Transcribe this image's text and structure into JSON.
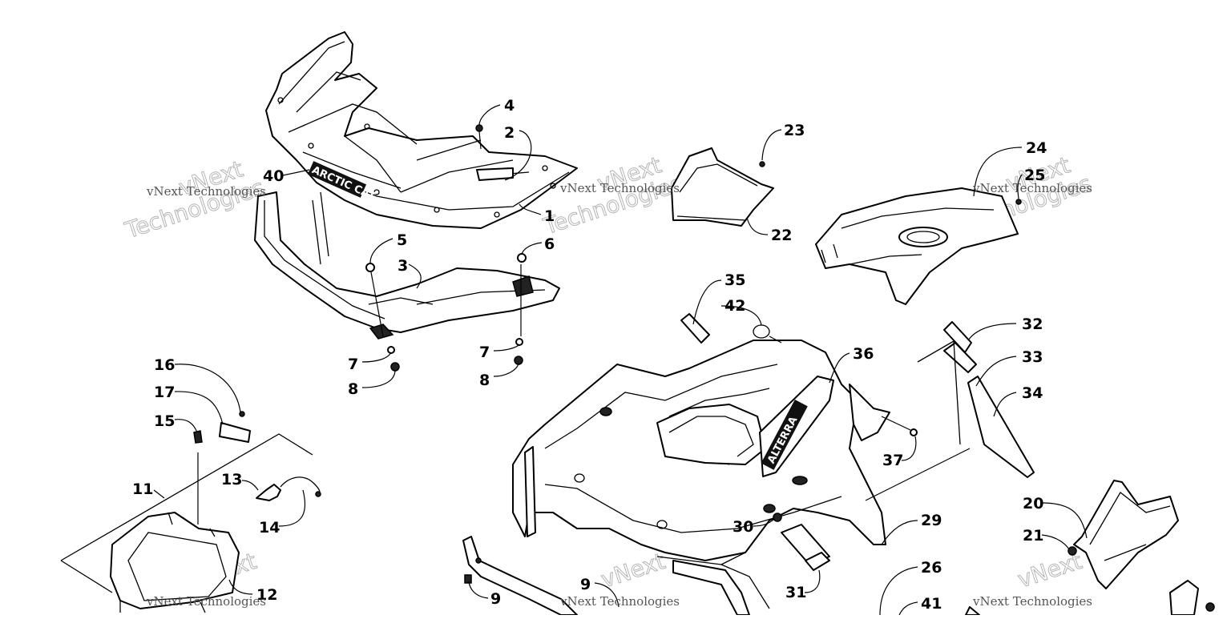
{
  "watermark": {
    "small_text": "vNext Technologies",
    "large_line1": "vNext",
    "large_line2": "Technologies"
  },
  "part_labels": {
    "rack_brand": "ARCTIC CAT",
    "fender_brand": "ALTERRA"
  },
  "callouts": [
    {
      "id": "c1",
      "number": "1"
    },
    {
      "id": "c2",
      "number": "2"
    },
    {
      "id": "c3",
      "number": "3"
    },
    {
      "id": "c4",
      "number": "4"
    },
    {
      "id": "c5",
      "number": "5"
    },
    {
      "id": "c6",
      "number": "6"
    },
    {
      "id": "c7a",
      "number": "7"
    },
    {
      "id": "c7b",
      "number": "7"
    },
    {
      "id": "c8a",
      "number": "8"
    },
    {
      "id": "c8b",
      "number": "8"
    },
    {
      "id": "c9a",
      "number": "9"
    },
    {
      "id": "c9b",
      "number": "9"
    },
    {
      "id": "c11",
      "number": "11"
    },
    {
      "id": "c12",
      "number": "12"
    },
    {
      "id": "c13",
      "number": "13"
    },
    {
      "id": "c14",
      "number": "14"
    },
    {
      "id": "c15",
      "number": "15"
    },
    {
      "id": "c16",
      "number": "16"
    },
    {
      "id": "c17",
      "number": "17"
    },
    {
      "id": "c20",
      "number": "20"
    },
    {
      "id": "c21",
      "number": "21"
    },
    {
      "id": "c22",
      "number": "22"
    },
    {
      "id": "c23",
      "number": "23"
    },
    {
      "id": "c24",
      "number": "24"
    },
    {
      "id": "c25",
      "number": "25"
    },
    {
      "id": "c26",
      "number": "26"
    },
    {
      "id": "c29",
      "number": "29"
    },
    {
      "id": "c30",
      "number": "30"
    },
    {
      "id": "c31",
      "number": "31"
    },
    {
      "id": "c32",
      "number": "32"
    },
    {
      "id": "c33",
      "number": "33"
    },
    {
      "id": "c34",
      "number": "34"
    },
    {
      "id": "c35",
      "number": "35"
    },
    {
      "id": "c36",
      "number": "36"
    },
    {
      "id": "c37",
      "number": "37"
    },
    {
      "id": "c40",
      "number": "40"
    },
    {
      "id": "c41",
      "number": "41"
    },
    {
      "id": "c42",
      "number": "42"
    }
  ]
}
